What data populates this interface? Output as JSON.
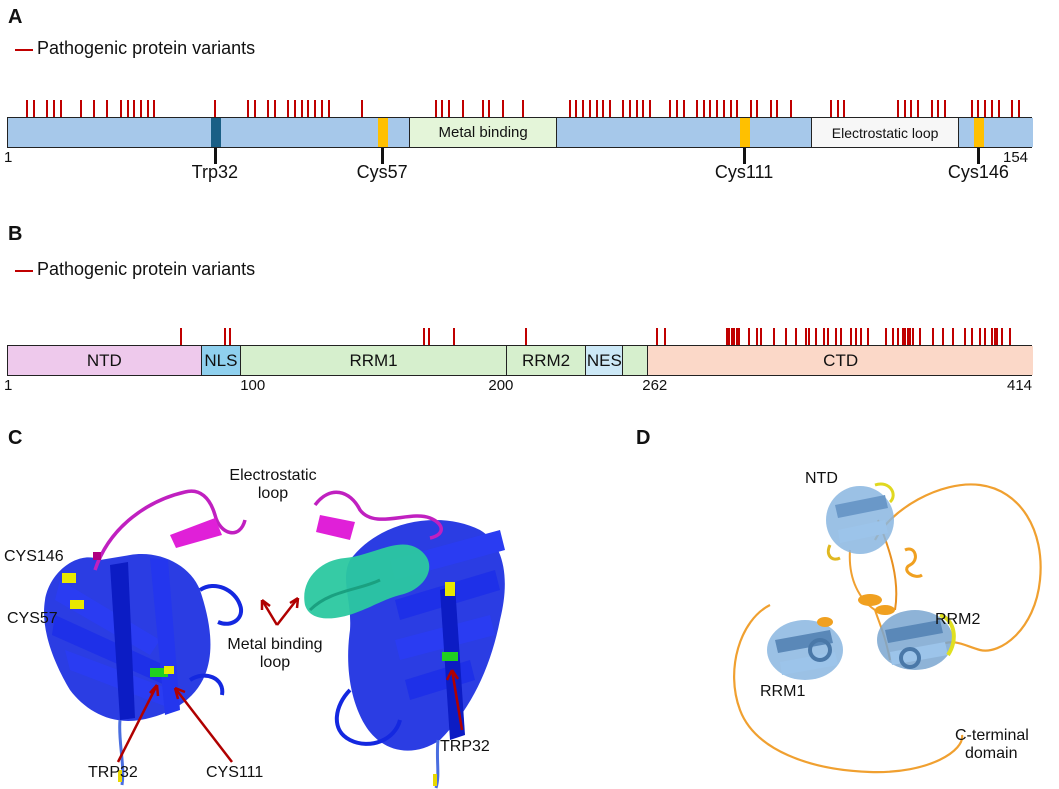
{
  "panels": {
    "a": "A",
    "b": "B",
    "c": "C",
    "d": "D"
  },
  "legend_text": "Pathogenic protein variants",
  "colors": {
    "variant": "#c00000",
    "sod1_domain": "#a6c8ea",
    "metal_binding": "#e4f5d9",
    "electrostatic_loop": "#f7f7f7",
    "trp": "#1a5f86",
    "cys": "#ffc000",
    "ntd": "#eec9ec",
    "nls": "#8fd0ee",
    "rrm": "#d6efcd",
    "nes": "#cce8f6",
    "ctd": "#fbd8c8"
  },
  "sod1": {
    "length": 154,
    "start_label": "1",
    "end_label": "154",
    "segments": [
      {
        "name": "domain",
        "label": "",
        "start": 1,
        "end": 61,
        "color": "#a6c8ea"
      },
      {
        "name": "metal-binding",
        "label": "Metal binding",
        "start": 61,
        "end": 83,
        "color": "#e4f5d9"
      },
      {
        "name": "domain",
        "label": "",
        "start": 83,
        "end": 121,
        "color": "#a6c8ea"
      },
      {
        "name": "electrostatic-loop",
        "label": "Electrostatic loop",
        "start": 121,
        "end": 143,
        "color": "#f7f7f7"
      },
      {
        "name": "domain",
        "label": "",
        "start": 143,
        "end": 154,
        "color": "#a6c8ea"
      }
    ],
    "residues": [
      {
        "label": "Trp32",
        "pos": 32,
        "color": "#1a5f86"
      },
      {
        "label": "Cys57",
        "pos": 57,
        "color": "#ffc000"
      },
      {
        "label": "Cys111",
        "pos": 111,
        "color": "#ffc000"
      },
      {
        "label": "Cys146",
        "pos": 146,
        "color": "#ffc000"
      }
    ],
    "variants": [
      4,
      5,
      7,
      8,
      9,
      12,
      14,
      16,
      18,
      19,
      20,
      21,
      22,
      23,
      32,
      37,
      38,
      40,
      41,
      43,
      44,
      45,
      46,
      47,
      48,
      49,
      54,
      65,
      66,
      67,
      69,
      72,
      73,
      75,
      78,
      85,
      86,
      87,
      88,
      89,
      90,
      91,
      93,
      94,
      95,
      96,
      97,
      100,
      101,
      102,
      104,
      105,
      106,
      107,
      108,
      109,
      110,
      112,
      113,
      115,
      116,
      118,
      124,
      125,
      126,
      134,
      135,
      136,
      137,
      139,
      140,
      141,
      145,
      146,
      147,
      148,
      149,
      151,
      152
    ]
  },
  "tdp43": {
    "length": 414,
    "start_label": "1",
    "tick_labels": [
      {
        "label": "100",
        "pos": 100
      },
      {
        "label": "200",
        "pos": 200
      },
      {
        "label": "262",
        "pos": 262
      },
      {
        "label": "414",
        "pos": 414
      }
    ],
    "segments": [
      {
        "name": "ntd",
        "label": "NTD",
        "start": 1,
        "end": 79,
        "color": "#eec9ec"
      },
      {
        "name": "nls",
        "label": "NLS",
        "start": 79,
        "end": 95,
        "color": "#8fd0ee"
      },
      {
        "name": "rrm1",
        "label": "RRM1",
        "start": 95,
        "end": 202,
        "color": "#d6efcd"
      },
      {
        "name": "rrm2",
        "label": "RRM2",
        "start": 202,
        "end": 234,
        "color": "#d6efcd"
      },
      {
        "name": "nes",
        "label": "NES",
        "start": 234,
        "end": 249,
        "color": "#cce8f6"
      },
      {
        "name": "gap",
        "label": "",
        "start": 249,
        "end": 259,
        "color": "#d6efcd"
      },
      {
        "name": "ctd",
        "label": "CTD",
        "start": 259,
        "end": 414,
        "color": "#fbd8c8"
      }
    ],
    "variants": [
      71,
      89,
      91,
      169,
      171,
      181,
      210,
      263,
      266,
      291,
      292,
      293,
      294,
      295,
      296,
      300,
      303,
      305,
      310,
      315,
      319,
      323,
      324,
      327,
      330,
      332,
      335,
      337,
      341,
      343,
      345,
      348,
      355,
      358,
      360,
      362,
      363,
      364,
      365,
      366,
      369,
      374,
      378,
      382,
      387,
      390,
      393,
      395,
      398,
      399,
      400,
      402,
      405
    ]
  },
  "structure_c": {
    "electrostatic_loop": [
      "Electrostatic",
      "loop"
    ],
    "metal_binding_loop": [
      "Metal binding",
      "loop"
    ],
    "cys146": "CYS146",
    "cys57": "CYS57",
    "trp32_left": "TRP32",
    "cys111": "CYS111",
    "trp32_right": "TRP32"
  },
  "structure_d": {
    "ntd": "NTD",
    "rrm2": "RRM2",
    "rrm1": "RRM1",
    "ctd": [
      "C-terminal",
      "domain"
    ]
  }
}
